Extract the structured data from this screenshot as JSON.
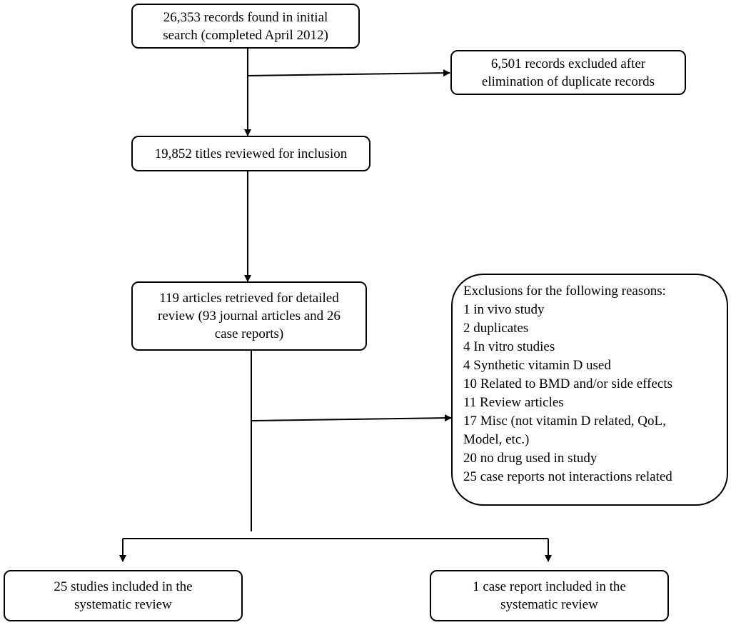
{
  "boxes": {
    "initial_search": "26,353 records found in initial\nsearch (completed April  2012)",
    "duplicates_excluded": "6,501 records excluded after\nelimination of duplicate records",
    "titles_reviewed": "19,852 titles reviewed  for inclusion",
    "articles_retrieved": "119 articles retrieved for detailed\nreview (93 journal articles and 26\ncase reports)",
    "studies_included": "25 studies included in the\nsystematic review",
    "case_report_included": "1 case report included in the\nsystematic review"
  },
  "exclusions": {
    "heading": "Exclusions for the following  reasons:",
    "reasons": [
      "1 in vivo study",
      "2 duplicates",
      "4 In vitro studies",
      "4 Synthetic vitamin D used",
      "10 Related to BMD and/or side effects",
      "11 Review articles",
      "17 Misc (not vitamin D related, QoL,\nModel, etc.)",
      "20 no drug used in study",
      "25 case reports not interactions related"
    ]
  },
  "colors": {
    "stroke": "#000000",
    "background": "#ffffff"
  }
}
